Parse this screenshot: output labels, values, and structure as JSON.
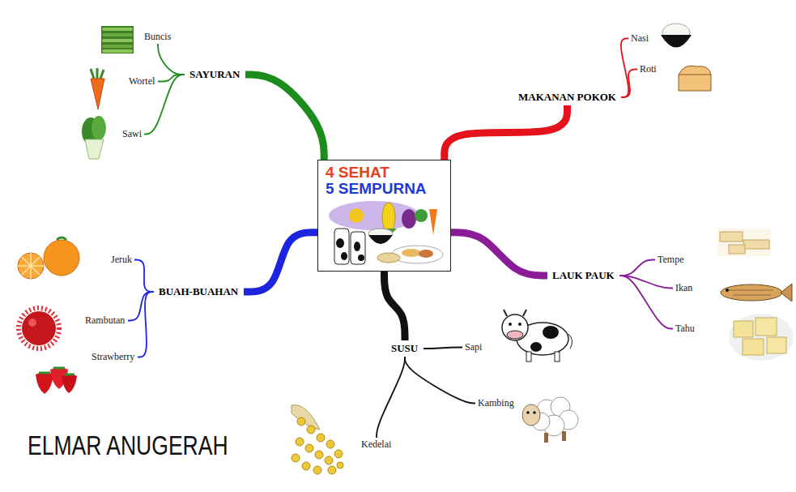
{
  "diagram": {
    "nodes": [
      {
        "text": [
          "4 SEHAT",
          "5 SEMPURNA"
        ]
      },
      {
        "text": [
          "SAYURAN"
        ]
      },
      {
        "text": [
          "Buncis"
        ]
      },
      {
        "text": [
          "Wortel"
        ]
      },
      {
        "text": [
          "Sawi"
        ]
      },
      {
        "text": [
          "MAKANAN POKOK"
        ]
      },
      {
        "text": [
          "Nasi"
        ]
      },
      {
        "text": [
          "Roti"
        ]
      },
      {
        "text": [
          "LAUK PAUK"
        ]
      },
      {
        "text": [
          "Tempe"
        ]
      },
      {
        "text": [
          "Ikan"
        ]
      },
      {
        "text": [
          "Tahu"
        ]
      },
      {
        "text": [
          "SUSU"
        ]
      },
      {
        "text": [
          "Sapi"
        ]
      },
      {
        "text": [
          "Kambing"
        ]
      },
      {
        "text": [
          "Kedelai"
        ]
      },
      {
        "text": [
          "BUAH-BUAHAN"
        ]
      },
      {
        "text": [
          "Jeruk"
        ]
      },
      {
        "text": [
          "Rambutan"
        ]
      },
      {
        "text": [
          "Strawberry"
        ]
      }
    ],
    "edges": [
      {
        "from": 0,
        "to": 1,
        "arrow": "none"
      },
      {
        "from": 1,
        "to": 2,
        "arrow": "none"
      },
      {
        "from": 1,
        "to": 3,
        "arrow": "none"
      },
      {
        "from": 1,
        "to": 4,
        "arrow": "none"
      },
      {
        "from": 0,
        "to": 5,
        "arrow": "none"
      },
      {
        "from": 5,
        "to": 6,
        "arrow": "none"
      },
      {
        "from": 5,
        "to": 7,
        "arrow": "none"
      },
      {
        "from": 0,
        "to": 8,
        "arrow": "none"
      },
      {
        "from": 8,
        "to": 9,
        "arrow": "none"
      },
      {
        "from": 8,
        "to": 10,
        "arrow": "none"
      },
      {
        "from": 8,
        "to": 11,
        "arrow": "none"
      },
      {
        "from": 0,
        "to": 12,
        "arrow": "none"
      },
      {
        "from": 12,
        "to": 13,
        "arrow": "none"
      },
      {
        "from": 12,
        "to": 14,
        "arrow": "none"
      },
      {
        "from": 12,
        "to": 15,
        "arrow": "none"
      },
      {
        "from": 0,
        "to": 16,
        "arrow": "none"
      },
      {
        "from": 16,
        "to": 17,
        "arrow": "none"
      },
      {
        "from": 16,
        "to": 18,
        "arrow": "none"
      },
      {
        "from": 16,
        "to": 19,
        "arrow": "none"
      }
    ],
    "labels": [
      "ELMAR ANUGERAH"
    ]
  }
}
